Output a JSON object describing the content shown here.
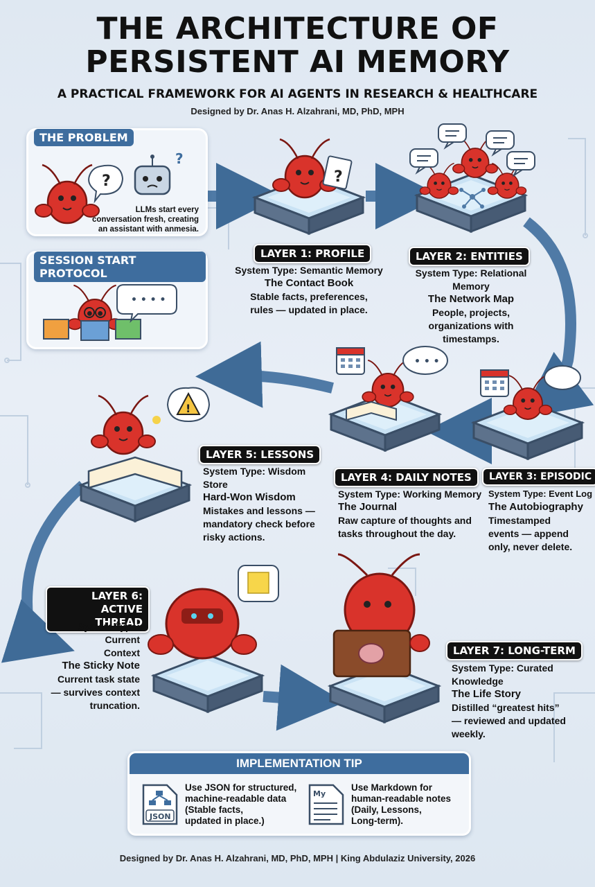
{
  "title_line1": "THE ARCHITECTURE OF",
  "title_line2": "PERSISTENT AI MEMORY",
  "subtitle": "A PRACTICAL FRAMEWORK FOR AI AGENTS IN RESEARCH & HEALTHCARE",
  "designer": "Designed by Dr. Anas H. Alzahrani, MD, PhD, MPH",
  "problem": {
    "title": "THE PROBLEM",
    "line1": "LLMs start every",
    "line2": "conversation fresh, creating",
    "line3": "an assistant with anmesia.",
    "q_mark": "?",
    "robot_q_mark": "?"
  },
  "session": {
    "title": "SESSION START PROTOCOL",
    "bubble": "• • • •"
  },
  "layers": {
    "l1": {
      "label": "LAYER 1: PROFILE",
      "type": "System Type: Semantic Memory",
      "name": "The Contact Book",
      "desc1": "Stable facts, preferences,",
      "desc2": "rules — updated in place."
    },
    "l2": {
      "label": "LAYER 2: ENTITIES",
      "type1": "System Type: Relational",
      "type2": "Memory",
      "name": "The Network Map",
      "desc1": "People, projects,",
      "desc2": "organizations with",
      "desc3": "timestamps."
    },
    "l3": {
      "label": "LAYER 3: EPISODIC",
      "type": "System Type: Event Log",
      "name": "The Autobiography",
      "desc1": "Timestamped",
      "desc2": "events — append",
      "desc3": "only, never delete."
    },
    "l4": {
      "label": "LAYER 4: DAILY NOTES",
      "type": "System Type: Working Memory",
      "name": "The Journal",
      "desc1": "Raw capture of thoughts and",
      "desc2": "tasks throughout the day."
    },
    "l5": {
      "label": "LAYER 5: LESSONS",
      "type1": "System Type: Wisdom",
      "type2": "Store",
      "name": "Hard-Won Wisdom",
      "desc1": "Mistakes and lessons —",
      "desc2": "mandatory check before",
      "desc3": "risky actions."
    },
    "l6": {
      "label1": "LAYER 6:",
      "label2": "ACTIVE THREAD",
      "type1": "System Type:",
      "type2": "Current",
      "type3": "Context",
      "name": "The Sticky Note",
      "desc1": "Current task state",
      "desc2": "— survives context",
      "desc3": "truncation."
    },
    "l7": {
      "label": "LAYER 7: LONG-TERM",
      "type1": "System Type: Curated",
      "type2": "Knowledge",
      "name": "The Life Story",
      "desc1": "Distilled “greatest hits”",
      "desc2": "— reviewed and updated",
      "desc3": "weekly."
    }
  },
  "tip": {
    "header": "IMPLEMENTATION TIP",
    "json_label": "JSON",
    "md_label": "My",
    "json1": "Use JSON for structured,",
    "json2": "machine-readable data",
    "json3": "(Stable facts,",
    "json4": "updated in place.)",
    "md1": "Use Markdown for",
    "md2": "human-readable notes",
    "md3": "(Daily, Lessons,",
    "md4": "Long-term)."
  },
  "footer": "Designed by Dr. Anas H. Alzahrani, MD, PhD, MPH | King Abdulaziz University, 2026",
  "colors": {
    "accent": "#3e6d9e",
    "lobster": "#d9332b",
    "arrow": "#4f7aa6",
    "platform": "#5a6f88"
  }
}
